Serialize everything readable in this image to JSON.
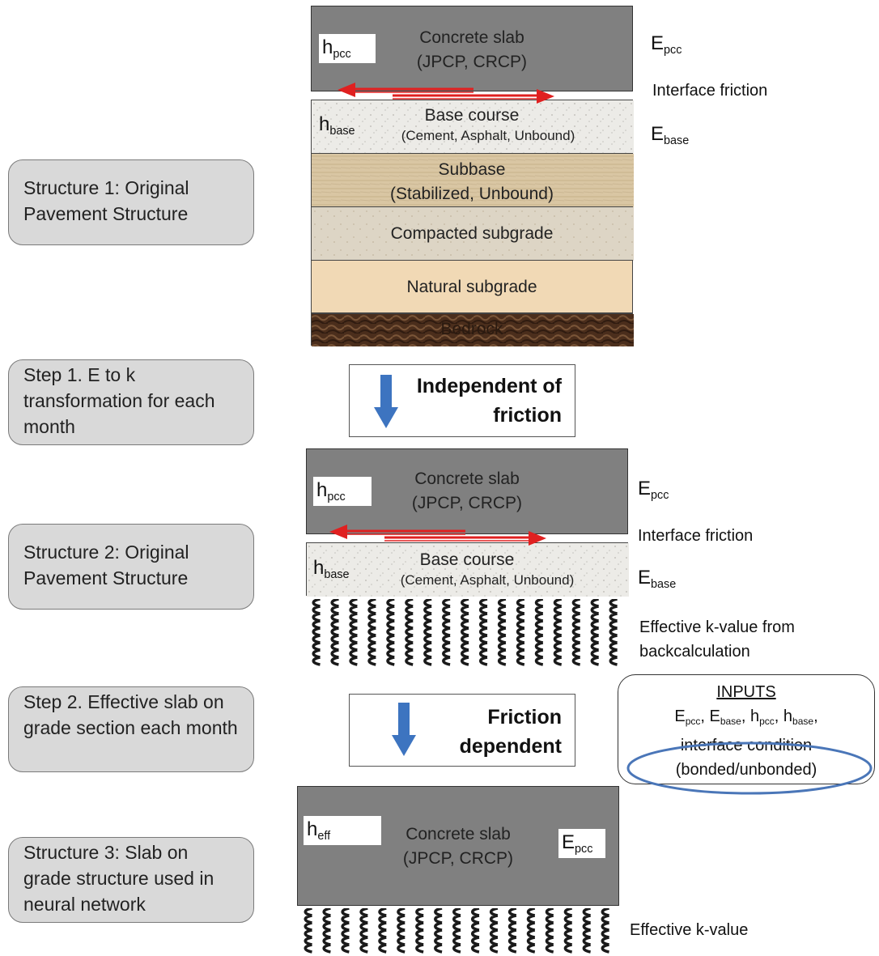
{
  "side_boxes": {
    "structure1": "Structure 1:  Original Pavement Structure",
    "step1": "Step 1.  E to k transformation for each month",
    "structure2": "Structure 2:  Original Pavement Structure",
    "step2": "Step 2.  Effective slab on grade section each month",
    "structure3": "Structure 3:  Slab on grade structure used in neural network"
  },
  "structure1": {
    "slab_title": "Concrete slab",
    "slab_types": "(JPCP, CRCP)",
    "h_pcc": "h",
    "h_pcc_sub": "pcc",
    "e_pcc": "E",
    "e_pcc_sub": "pcc",
    "interface": "Interface friction",
    "base_title": "Base course",
    "base_types": "(Cement, Asphalt, Unbound)",
    "h_base": "h",
    "h_base_sub": "base",
    "e_base": "E",
    "e_base_sub": "base",
    "subbase_title": "Subbase",
    "subbase_types": "(Stabilized, Unbound)",
    "compacted": "Compacted subgrade",
    "natural": "Natural subgrade",
    "bedrock": "Bedrock"
  },
  "step1_arrow": {
    "line1": "Independent of",
    "line2": "friction"
  },
  "structure2": {
    "slab_title": "Concrete slab",
    "slab_types": "(JPCP, CRCP)",
    "h_pcc": "h",
    "h_pcc_sub": "pcc",
    "e_pcc": "E",
    "e_pcc_sub": "pcc",
    "interface": "Interface friction",
    "base_title": "Base course",
    "base_types": "(Cement, Asphalt, Unbound)",
    "h_base": "h",
    "h_base_sub": "base",
    "e_base": "E",
    "e_base_sub": "base",
    "k_line1": "Effective k-value from",
    "k_line2": "backcalculation"
  },
  "step2_arrow": {
    "line1": "Friction",
    "line2": "dependent"
  },
  "inputs": {
    "title": "INPUTS",
    "line1_parts": [
      "E",
      "pcc",
      ", E",
      "base",
      ", h",
      "pcc",
      ", h",
      "base",
      ","
    ],
    "line2": "interface condition",
    "line3": "(bonded/unbonded)"
  },
  "structure3": {
    "slab_title": "Concrete slab",
    "slab_types": "(JPCP, CRCP)",
    "h_eff": "h",
    "h_eff_sub": "eff",
    "e_pcc": "E",
    "e_pcc_sub": "pcc",
    "k_label": "Effective k-value"
  },
  "colors": {
    "slab": "#808080",
    "arrow_blue": "#3d74c0",
    "friction_red": "#e02020",
    "ellipse": "#4a76b8"
  }
}
